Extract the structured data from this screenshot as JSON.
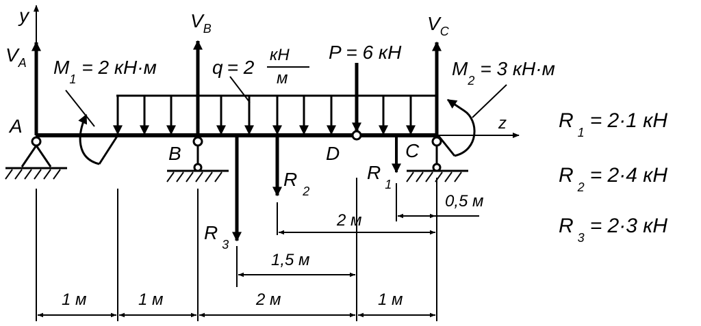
{
  "labels": {
    "axis_y": "y",
    "axis_z": "z",
    "reaction_a": "V",
    "reaction_a_sub": "A",
    "reaction_b": "V",
    "reaction_b_sub": "B",
    "reaction_c": "V",
    "reaction_c_sub": "C",
    "point_a": "A",
    "point_b": "B",
    "point_c": "C",
    "point_d": "D",
    "moment1_symbol": "M",
    "moment1_sub": "1",
    "moment1_value": "= 2 кН·м",
    "moment2_symbol": "M",
    "moment2_sub": "2",
    "moment2_value": "= 3 кН·м",
    "q_symbol": "q",
    "q_equals": "= 2",
    "q_numerator": "кН",
    "q_denominator": "м",
    "force_p": "P = 6 кН",
    "r1_symbol": "R",
    "r1_sub": "1",
    "r2_symbol": "R",
    "r2_sub": "2",
    "r3_symbol": "R",
    "r3_sub": "3"
  },
  "dimensions": {
    "seg1": "1 м",
    "seg2": "1 м",
    "seg3": "2 м",
    "seg4": "1 м",
    "r3_to_d": "1,5 м",
    "r2_to_c": "2 м",
    "r1_to_c": "0,5 м"
  },
  "results": [
    {
      "symbol": "R",
      "sub": "1",
      "value": "= 2·1 кН"
    },
    {
      "symbol": "R",
      "sub": "2",
      "value": "= 2·4 кН"
    },
    {
      "symbol": "R",
      "sub": "3",
      "value": "= 2·3 кН"
    }
  ],
  "colors": {
    "ink": "#000000",
    "background": "#ffffff"
  }
}
